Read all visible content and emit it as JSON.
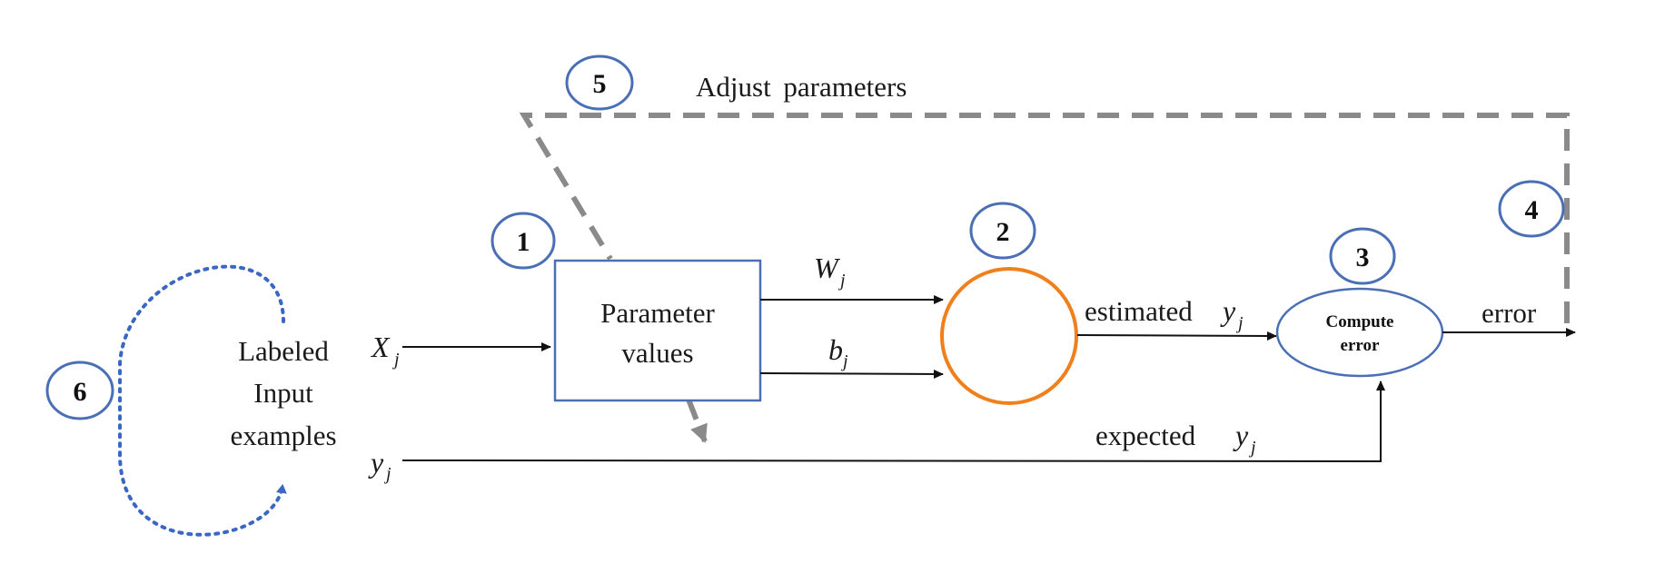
{
  "diagram": {
    "step_numbers": [
      "1",
      "2",
      "3",
      "4",
      "5",
      "6"
    ],
    "adjust_label": "Adjust parameters",
    "input_label_lines": [
      "Labeled",
      "Input",
      "examples"
    ],
    "x_var": {
      "base": "X",
      "sub": "j"
    },
    "y_var": {
      "base": "y",
      "sub": "j"
    },
    "parameter_box_lines": [
      "Parameter",
      "values"
    ],
    "w_var": {
      "base": "W",
      "sub": "j"
    },
    "b_var": {
      "base": "b",
      "sub": "j"
    },
    "estimated_label": {
      "text": "estimated",
      "base": "y",
      "sub": "j"
    },
    "expected_label": {
      "text": "expected",
      "base": "y",
      "sub": "j"
    },
    "compute_error_lines": [
      "Compute",
      "error"
    ],
    "error_label": "error",
    "colors": {
      "badge_stroke": "#4a6fb5",
      "neuron_stroke": "#f07f1d",
      "box_stroke": "#4a6fb5",
      "feedback_dash": "#8a8a8a",
      "loop_dots": "#3a66c4",
      "arrow": "#111111"
    }
  }
}
